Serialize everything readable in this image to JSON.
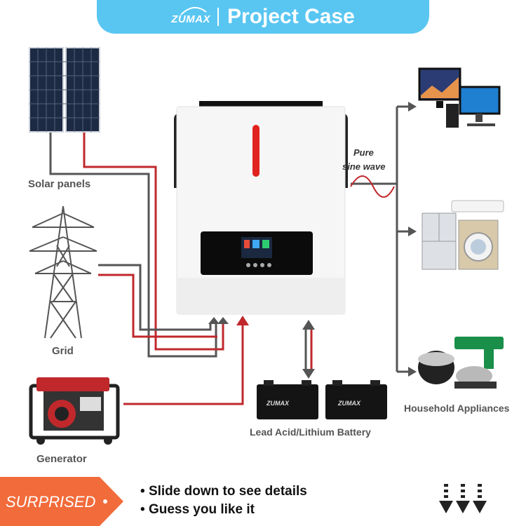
{
  "header": {
    "brand": "ZUMAX",
    "title": "Project Case"
  },
  "sources": {
    "solar": "Solar panels",
    "grid": "Grid",
    "generator": "Generator"
  },
  "wave": {
    "line1": "Pure",
    "line2": "sine wave"
  },
  "battery": {
    "label": "Lead Acid/Lithium Battery",
    "brand": "ZUMAX"
  },
  "outputs": {
    "label": "Household Appliances"
  },
  "footer": {
    "badge": "SURPRISED",
    "bullets": [
      "Slide down to see details",
      "Guess you like it"
    ]
  },
  "colors": {
    "accent": "#59c6f2",
    "wire_red": "#c0282c",
    "wire_dark": "#555555",
    "footer_orange": "#f26b3a"
  },
  "icons": [
    "solar-panel-icon",
    "power-tower-icon",
    "generator-icon",
    "inverter-icon",
    "battery-icon",
    "monitor-icon",
    "fridge-icon",
    "washer-icon",
    "rice-cooker-icon",
    "drill-icon",
    "arrow-down-icon"
  ]
}
